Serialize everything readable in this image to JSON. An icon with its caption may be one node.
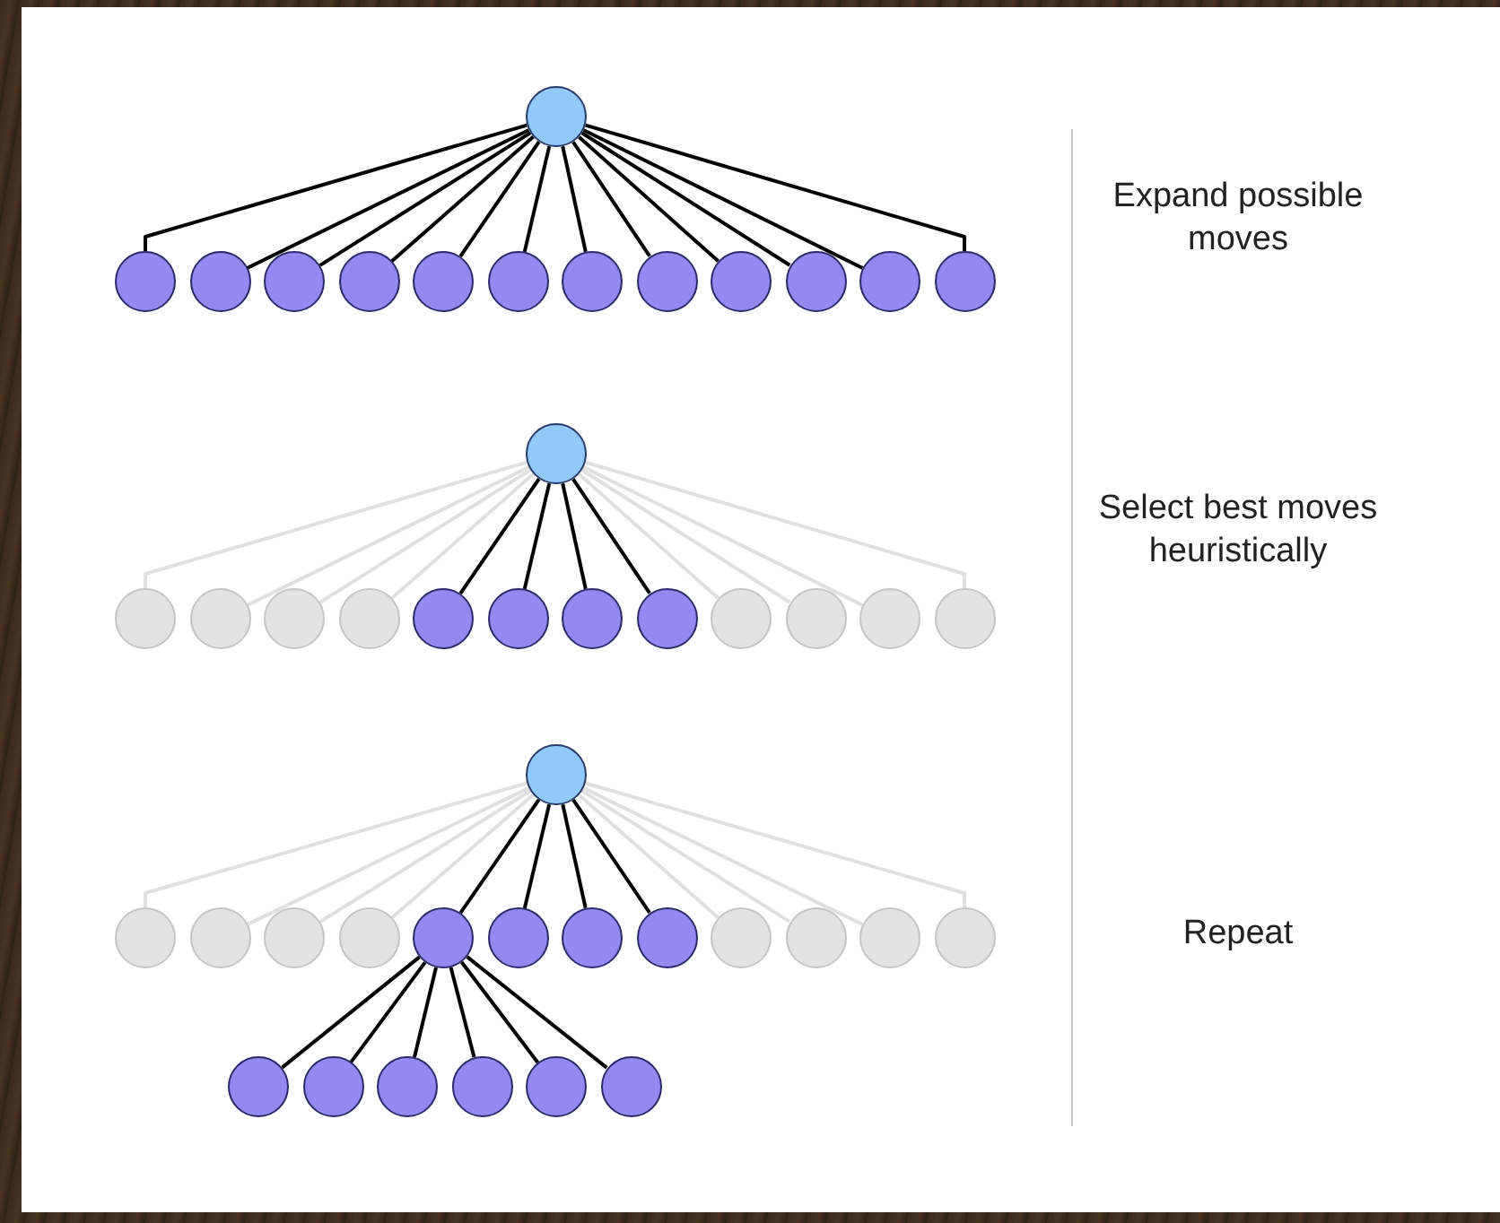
{
  "diagram": {
    "nodes": [
      {
        "text": [],
        "shape": "circle"
      },
      {
        "text": [],
        "shape": "circle"
      },
      {
        "text": [],
        "shape": "circle"
      },
      {
        "text": [],
        "shape": "circle"
      },
      {
        "text": [],
        "shape": "circle"
      },
      {
        "text": [],
        "shape": "circle"
      },
      {
        "text": [],
        "shape": "circle"
      },
      {
        "text": [],
        "shape": "circle"
      },
      {
        "text": [],
        "shape": "circle"
      },
      {
        "text": [],
        "shape": "circle"
      },
      {
        "text": [],
        "shape": "circle"
      },
      {
        "text": [],
        "shape": "circle"
      },
      {
        "text": [],
        "shape": "circle"
      },
      {
        "text": [],
        "shape": "circle"
      },
      {
        "text": [],
        "shape": "circle"
      },
      {
        "text": [],
        "shape": "circle"
      },
      {
        "text": [],
        "shape": "circle"
      },
      {
        "text": [],
        "shape": "circle"
      },
      {
        "text": [],
        "shape": "circle"
      },
      {
        "text": [],
        "shape": "circle"
      },
      {
        "text": [],
        "shape": "circle"
      },
      {
        "text": [],
        "shape": "circle"
      },
      {
        "text": [],
        "shape": "circle"
      },
      {
        "text": [],
        "shape": "circle"
      },
      {
        "text": [],
        "shape": "circle"
      },
      {
        "text": [],
        "shape": "circle"
      },
      {
        "text": [],
        "shape": "circle"
      },
      {
        "text": [],
        "shape": "circle"
      },
      {
        "text": [],
        "shape": "circle"
      },
      {
        "text": [],
        "shape": "circle"
      },
      {
        "text": [],
        "shape": "circle"
      },
      {
        "text": [],
        "shape": "circle"
      },
      {
        "text": [],
        "shape": "circle"
      },
      {
        "text": [],
        "shape": "circle"
      },
      {
        "text": [],
        "shape": "circle"
      },
      {
        "text": [],
        "shape": "circle"
      },
      {
        "text": [],
        "shape": "circle"
      },
      {
        "text": [],
        "shape": "circle"
      },
      {
        "text": [],
        "shape": "circle"
      },
      {
        "text": [],
        "shape": "circle"
      },
      {
        "text": [],
        "shape": "circle"
      },
      {
        "text": [],
        "shape": "circle"
      },
      {
        "text": [],
        "shape": "circle"
      },
      {
        "text": [],
        "shape": "circle"
      },
      {
        "text": [],
        "shape": "circle"
      }
    ],
    "edges": [
      {
        "from": 0,
        "to": 1,
        "arrow": "none"
      },
      {
        "from": 0,
        "to": 2,
        "arrow": "none"
      },
      {
        "from": 0,
        "to": 3,
        "arrow": "none"
      },
      {
        "from": 0,
        "to": 4,
        "arrow": "none"
      },
      {
        "from": 0,
        "to": 5,
        "arrow": "none"
      },
      {
        "from": 0,
        "to": 6,
        "arrow": "none"
      },
      {
        "from": 0,
        "to": 7,
        "arrow": "none"
      },
      {
        "from": 0,
        "to": 8,
        "arrow": "none"
      },
      {
        "from": 0,
        "to": 9,
        "arrow": "none"
      },
      {
        "from": 0,
        "to": 10,
        "arrow": "none"
      },
      {
        "from": 0,
        "to": 11,
        "arrow": "none"
      },
      {
        "from": 0,
        "to": 12,
        "arrow": "none"
      },
      {
        "from": 13,
        "to": 14,
        "arrow": "none",
        "color": "#e0e0e0"
      },
      {
        "from": 13,
        "to": 15,
        "arrow": "none",
        "color": "#e0e0e0"
      },
      {
        "from": 13,
        "to": 16,
        "arrow": "none",
        "color": "#e0e0e0"
      },
      {
        "from": 13,
        "to": 17,
        "arrow": "none",
        "color": "#e0e0e0"
      },
      {
        "from": 13,
        "to": 18,
        "arrow": "none"
      },
      {
        "from": 13,
        "to": 19,
        "arrow": "none"
      },
      {
        "from": 13,
        "to": 20,
        "arrow": "none"
      },
      {
        "from": 13,
        "to": 21,
        "arrow": "none"
      },
      {
        "from": 13,
        "to": 22,
        "arrow": "none",
        "color": "#e0e0e0"
      },
      {
        "from": 13,
        "to": 23,
        "arrow": "none",
        "color": "#e0e0e0"
      },
      {
        "from": 13,
        "to": 24,
        "arrow": "none",
        "color": "#e0e0e0"
      },
      {
        "from": 13,
        "to": 25,
        "arrow": "none",
        "color": "#e0e0e0"
      },
      {
        "from": 26,
        "to": 27,
        "arrow": "none",
        "color": "#e0e0e0"
      },
      {
        "from": 26,
        "to": 28,
        "arrow": "none",
        "color": "#e0e0e0"
      },
      {
        "from": 26,
        "to": 29,
        "arrow": "none",
        "color": "#e0e0e0"
      },
      {
        "from": 26,
        "to": 30,
        "arrow": "none",
        "color": "#e0e0e0"
      },
      {
        "from": 26,
        "to": 31,
        "arrow": "none"
      },
      {
        "from": 26,
        "to": 32,
        "arrow": "none"
      },
      {
        "from": 26,
        "to": 33,
        "arrow": "none"
      },
      {
        "from": 26,
        "to": 34,
        "arrow": "none"
      },
      {
        "from": 26,
        "to": 35,
        "arrow": "none",
        "color": "#e0e0e0"
      },
      {
        "from": 26,
        "to": 36,
        "arrow": "none",
        "color": "#e0e0e0"
      },
      {
        "from": 26,
        "to": 37,
        "arrow": "none",
        "color": "#e0e0e0"
      },
      {
        "from": 26,
        "to": 38,
        "arrow": "none",
        "color": "#e0e0e0"
      },
      {
        "from": 31,
        "to": 39,
        "arrow": "none"
      },
      {
        "from": 31,
        "to": 40,
        "arrow": "none"
      },
      {
        "from": 31,
        "to": 41,
        "arrow": "none"
      },
      {
        "from": 31,
        "to": 42,
        "arrow": "none"
      },
      {
        "from": 31,
        "to": 43,
        "arrow": "none"
      },
      {
        "from": 31,
        "to": 44,
        "arrow": "none"
      }
    ],
    "labels": [
      "Expand possible moves",
      "Select best moves heuristically",
      "Repeat"
    ]
  }
}
